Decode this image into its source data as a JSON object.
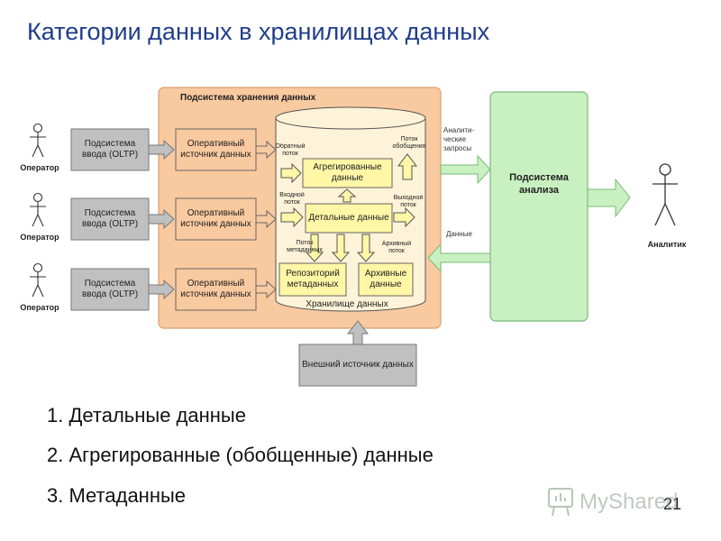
{
  "slide": {
    "title": "Категории данных в хранилищах данных",
    "page_number": "21"
  },
  "colors": {
    "title": "#1f3d8a",
    "subsystem_fill": "#f9c9a0",
    "subsystem_stroke": "#d8a070",
    "grey_box": "#c0c0c0",
    "cylinder_fill": "#fdf3d8",
    "yellow_box": "#fff7a6",
    "green_box": "#c8f0c0",
    "green_stroke": "#7ab87a"
  },
  "diagram": {
    "operators": [
      {
        "label": "Оператор",
        "oltp": "Подсистема ввода (OLTP)",
        "source": "Оперативный источник данных"
      },
      {
        "label": "Оператор",
        "oltp": "Подсистема ввода (OLTP)",
        "source": "Оперативный источник данных"
      },
      {
        "label": "Оператор",
        "oltp": "Подсистема ввода (OLTP)",
        "source": "Оперативный источник данных"
      }
    ],
    "storage_subsystem": "Подсистема хранения данных",
    "warehouse_label": "Хранилище данных",
    "aggregated": "Агрегированные данные",
    "detailed": "Детальные данные",
    "metadata_repo": "Репозиторий метаданных",
    "archive": "Архивные данные",
    "flows": {
      "reverse": "Обратный поток",
      "generalization": "Поток обобщения",
      "input": "Входной поток",
      "output": "Выходной поток",
      "metadata": "Поток метаданных",
      "archive": "Архивный поток"
    },
    "analysis_subsystem": "Подсистема анализа",
    "queries_label": "Аналити- ческие запросы",
    "data_label": "Данные",
    "analyst": "Аналитик",
    "external_source": "Внешний источник данных"
  },
  "list": [
    {
      "num": "1.",
      "text": "Детальные данные"
    },
    {
      "num": "2.",
      "text": "Агрегированные (обобщенные) данные"
    },
    {
      "num": "3.",
      "text": "Метаданные"
    }
  ],
  "watermark": {
    "text": "MyShared"
  }
}
